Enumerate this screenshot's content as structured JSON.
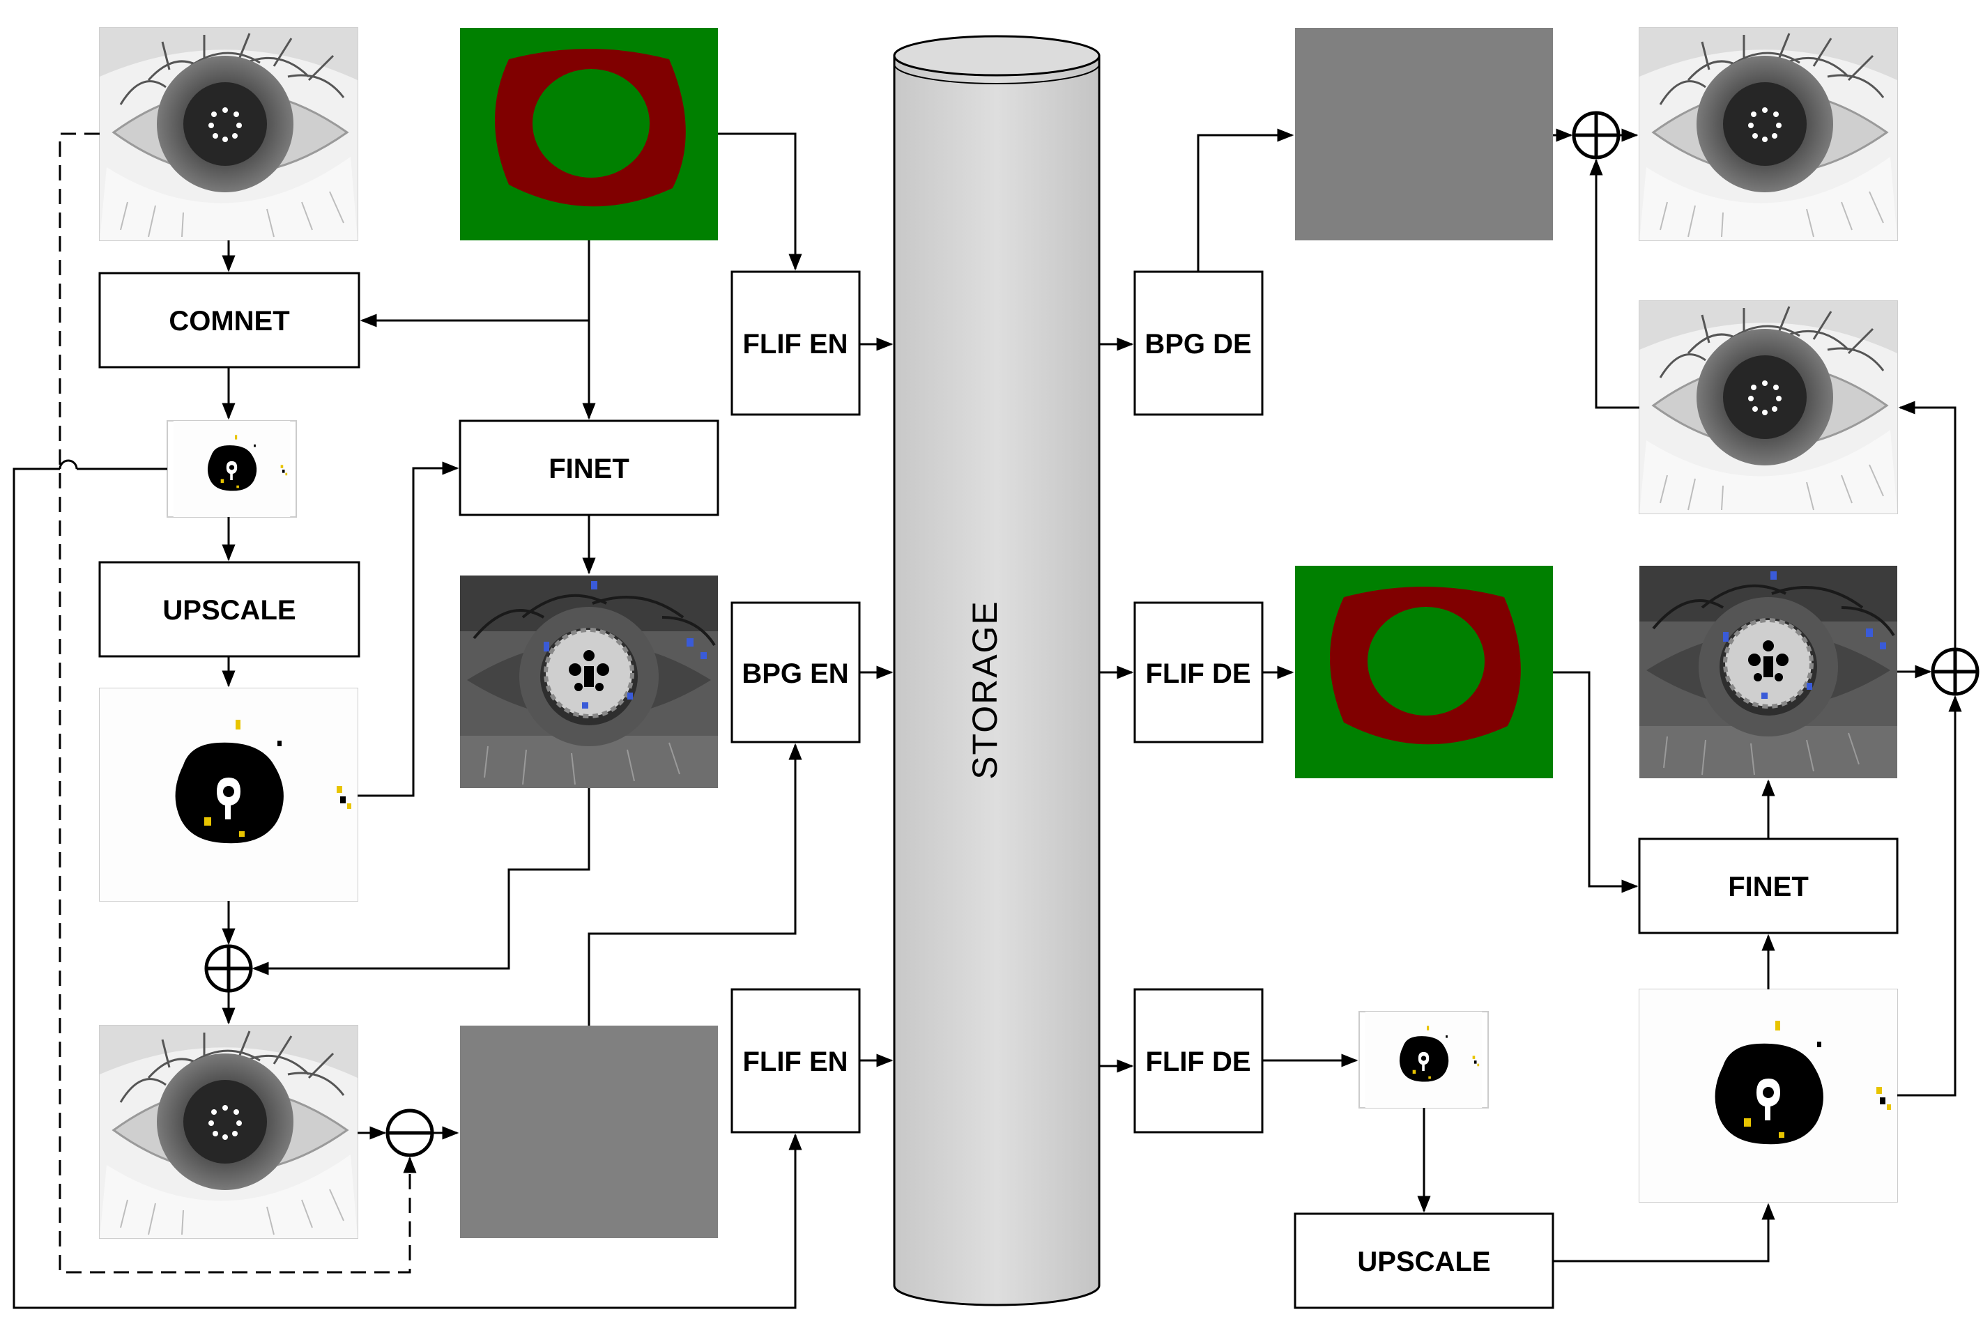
{
  "blocks": {
    "comnet": "COMNET",
    "finet_encoder": "FINET",
    "upscale_encoder": "UPSCALE",
    "flif_en_top": "FLIF EN",
    "bpg_en": "BPG EN",
    "flif_en_bottom": "FLIF EN",
    "storage": "STORAGE",
    "bpg_de": "BPG DE",
    "flif_de_middle": "FLIF DE",
    "flif_de_bottom": "FLIF DE",
    "finet_decoder": "FINET",
    "upscale_decoder": "UPSCALE"
  },
  "colors": {
    "mask_background": "#008000",
    "mask_ring": "#800000",
    "residual_gray": "#808080",
    "storage_fill": "#d3d3d3",
    "line": "#000000"
  },
  "images": {
    "eye_input": "eye-icon",
    "segmentation_mask": "segmentation-mask-icon",
    "low_res_mask": "low-res-mask-icon",
    "upscaled_mask": "upscaled-mask-icon",
    "finet_output": "dark-eye-icon",
    "residual": "residual-gray-icon"
  }
}
